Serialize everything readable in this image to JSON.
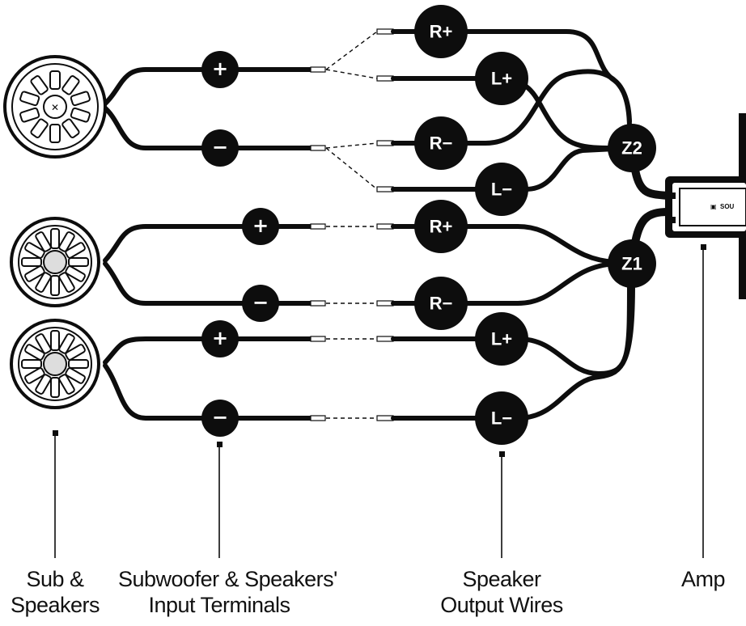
{
  "colors": {
    "ink": "#0d0d0d",
    "background": "#ffffff"
  },
  "speakers": [
    {
      "name": "sub-speaker-icon"
    },
    {
      "name": "coaxial-speaker-icon"
    },
    {
      "name": "coaxial-speaker-icon"
    }
  ],
  "input_terminals": {
    "sub": [
      "+",
      "−"
    ],
    "speaker_1": [
      "+",
      "−"
    ],
    "speaker_2": [
      "+",
      "−"
    ]
  },
  "output_wires": {
    "z2": [
      "R+",
      "L+",
      "R−",
      "L−"
    ],
    "z1": [
      "R+",
      "R−",
      "L+",
      "L−"
    ]
  },
  "zones": {
    "z2": "Z2",
    "z1": "Z1"
  },
  "amp": {
    "brand_text": "SOU"
  },
  "labels": {
    "speakers": [
      "Sub &",
      "Speakers"
    ],
    "terminals": [
      "Subwoofer & Speakers'",
      "Input Terminals"
    ],
    "wires": [
      "Speaker",
      "Output Wires"
    ],
    "amp": [
      "Amp"
    ]
  }
}
